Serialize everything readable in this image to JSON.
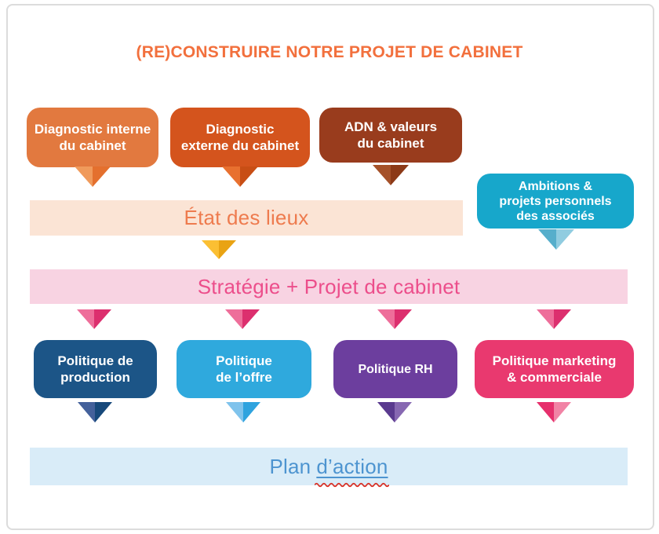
{
  "page": {
    "title": "(RE)CONSTRUIRE NOTRE PROJET DE CABINET",
    "title_color": "#F2703D",
    "frame_border_color": "#DCDCDC"
  },
  "top_row": {
    "boxes": [
      {
        "lines": [
          "Diagnostic interne",
          "du cabinet"
        ],
        "color": "#E2793F",
        "arrow": {
          "left": "#F09A5B",
          "right": "#E4702E"
        }
      },
      {
        "lines": [
          "Diagnostic",
          "externe du cabinet"
        ],
        "color": "#D4541D",
        "arrow": {
          "left": "#E8702F",
          "right": "#C84E15"
        }
      },
      {
        "lines": [
          "ADN & valeurs",
          "du cabinet"
        ],
        "color": "#993C1D",
        "arrow": {
          "left": "#A55129",
          "right": "#8C3917"
        }
      }
    ]
  },
  "ambitions_box": {
    "lines": [
      "Ambitions &",
      "projets personnels",
      "des associés"
    ],
    "color": "#17A7CB",
    "arrow": {
      "left": "#56AECB",
      "right": "#90CCE0"
    }
  },
  "etat_band": {
    "label": "État des lieux",
    "bg": "#FBE4D5",
    "text_color": "#EE7B4E",
    "arrow": {
      "left": "#FBBF33",
      "right": "#E9A313"
    }
  },
  "strategie_band": {
    "label": "Stratégie + Projet de cabinet",
    "bg": "#F8D3E2",
    "text_color": "#EC4E8B",
    "arrows": [
      {
        "left": "#EE6E9A",
        "right": "#DC2F6E"
      },
      {
        "left": "#EE6E9A",
        "right": "#DC2F6E"
      },
      {
        "left": "#EE6E9A",
        "right": "#DC2F6E"
      },
      {
        "left": "#EE6E9A",
        "right": "#DC2F6E"
      }
    ]
  },
  "bottom_row": {
    "boxes": [
      {
        "lines": [
          "Politique de",
          "production"
        ],
        "color": "#1C5587",
        "arrow": {
          "left": "#44619B",
          "right": "#17497B"
        }
      },
      {
        "lines": [
          "Politique",
          "de l’offre"
        ],
        "color": "#2FA9DD",
        "arrow": {
          "left": "#7FC3EC",
          "right": "#2FA3DE"
        }
      },
      {
        "lines": [
          "Politique RH",
          ""
        ],
        "color": "#6C3E9E",
        "arrow": {
          "left": "#5A3A8F",
          "right": "#8768B2"
        }
      },
      {
        "lines": [
          "Politique marketing",
          "& commerciale"
        ],
        "color": "#E9396F",
        "arrow": {
          "left": "#E62F6C",
          "right": "#F183A5"
        }
      }
    ]
  },
  "plan_band": {
    "label_prefix": "Plan",
    "label_underlined": "d’action",
    "bg": "#D9ECF8",
    "text_color": "#4D94D0",
    "squiggle_color": "#D93025"
  }
}
